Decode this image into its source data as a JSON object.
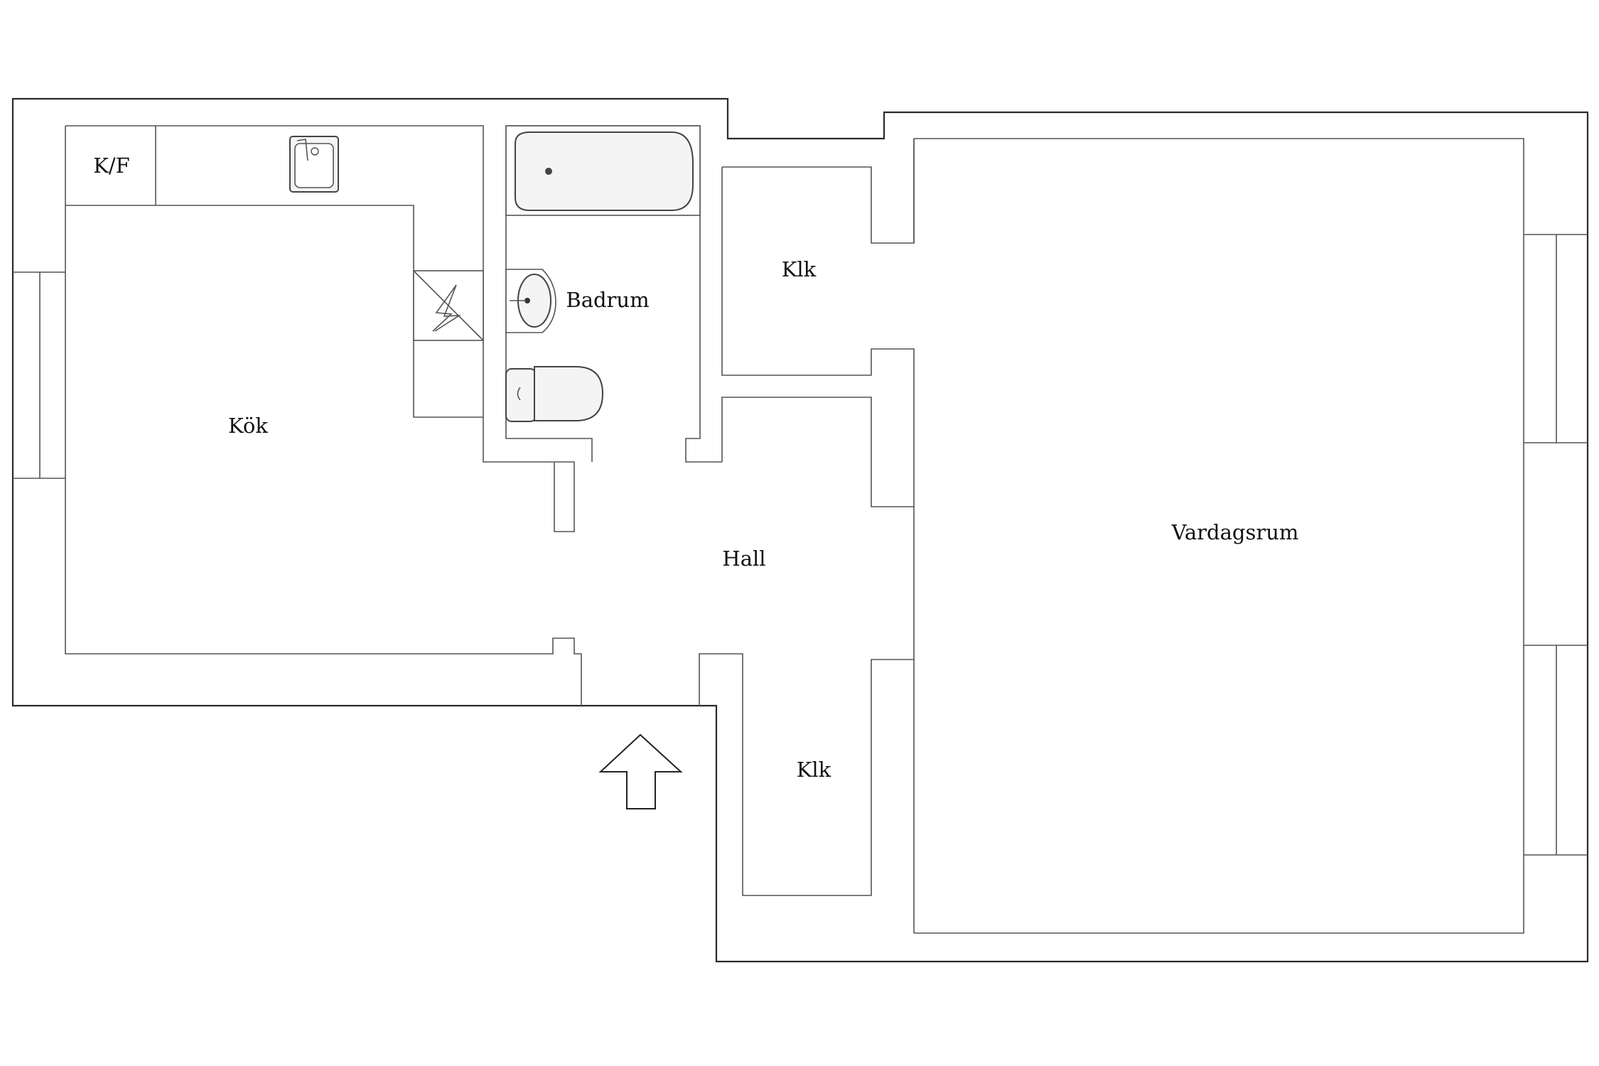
{
  "rooms": {
    "kf": "K/F",
    "kok": "Kök",
    "badrum": "Badrum",
    "klk_top": "Klk",
    "klk_bottom": "Klk",
    "hall": "Hall",
    "vardagsrum": "Vardagsrum"
  },
  "icons": {
    "entrance": "entrance-arrow-icon",
    "sink": "kitchen-sink-icon",
    "bathtub": "bathtub-icon",
    "washbasin": "washbasin-icon",
    "toilet": "toilet-icon",
    "electric": "electrical-panel-icon"
  }
}
